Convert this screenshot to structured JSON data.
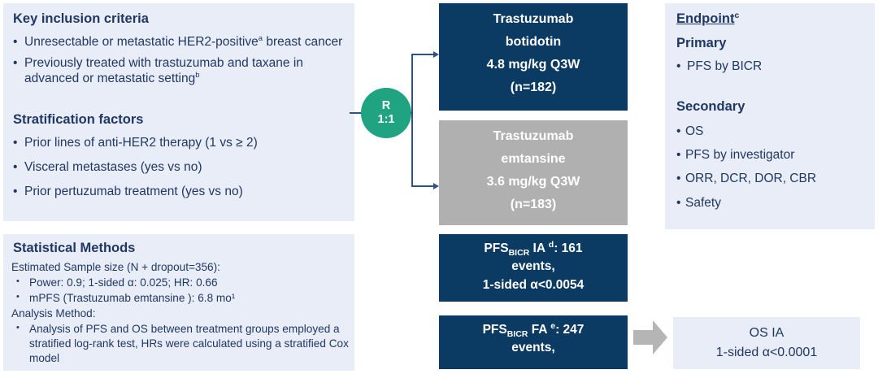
{
  "inclusion": {
    "title": "Key inclusion criteria",
    "items": [
      {
        "text": "Unresectable or metastatic HER2-positive",
        "sup": "a",
        "text2": " breast cancer"
      },
      {
        "text": "Previously treated with trastuzumab and taxane in advanced or metastatic setting",
        "sup": "b",
        "text2": ""
      }
    ],
    "strat_title": "Stratification factors",
    "strat_items": [
      "Prior lines of anti-HER2 therapy (1 vs ≥ 2)",
      "Visceral metastases (yes vs no)",
      "Prior pertuzumab treatment (yes vs no)"
    ],
    "bullet": "•"
  },
  "stats": {
    "title": "Statistical Methods",
    "line1": "Estimated Sample size (N + dropout=356):",
    "bullets1": [
      "Power: 0.9; 1-sided α: 0.025; HR: 0.66",
      "mPFS (Trastuzumab emtansine   ): 6.8 mo¹"
    ],
    "line2": "Analysis Method:",
    "bullets2": [
      "Analysis of PFS and OS between treatment groups employed a stratified log-rank test, HRs were calculated using a stratified Cox model"
    ],
    "bullet": "•"
  },
  "randomization": {
    "label": "R",
    "ratio": "1:1"
  },
  "arms": [
    {
      "name": "trastuzumab-botidotin-arm",
      "lines": [
        "Trastuzumab",
        "botidotin",
        "4.8 mg/kg  Q3W",
        "(n=182)"
      ]
    },
    {
      "name": "trastuzumab-emtansine-arm",
      "lines": [
        "Trastuzumab",
        "emtansine",
        "3.6 mg/kg  Q3W",
        "(n=183)"
      ]
    }
  ],
  "analyses": [
    {
      "prefix": "PFS",
      "sub": "BICR",
      "suffix": " IA ",
      "sup": "d",
      "rest": ": 161",
      "line2": "events,",
      "line3": "1-sided α<0.0054"
    },
    {
      "prefix": "PFS",
      "sub": "BICR",
      "suffix": " FA ",
      "sup": "e",
      "rest": ": 247",
      "line2": "events,",
      "line3": ""
    }
  ],
  "endpoint": {
    "title": "Endpoint",
    "title_sup": "c",
    "primary_title": "Primary",
    "primary_items": [
      "PFS by BICR"
    ],
    "secondary_title": "Secondary",
    "secondary_items": [
      "OS",
      "PFS by investigator",
      "ORR, DCR, DOR, CBR",
      "Safety"
    ],
    "bullet": "•"
  },
  "os_ia": {
    "line1": "OS IA",
    "line2": "1-sided α<0.0001"
  },
  "colors": {
    "panel_bg": "#e9edf7",
    "navy": "#0b3a63",
    "gray": "#b0b0b0",
    "green": "#20a381",
    "text_blue": "#1f3864",
    "connector": "#2e5381"
  }
}
